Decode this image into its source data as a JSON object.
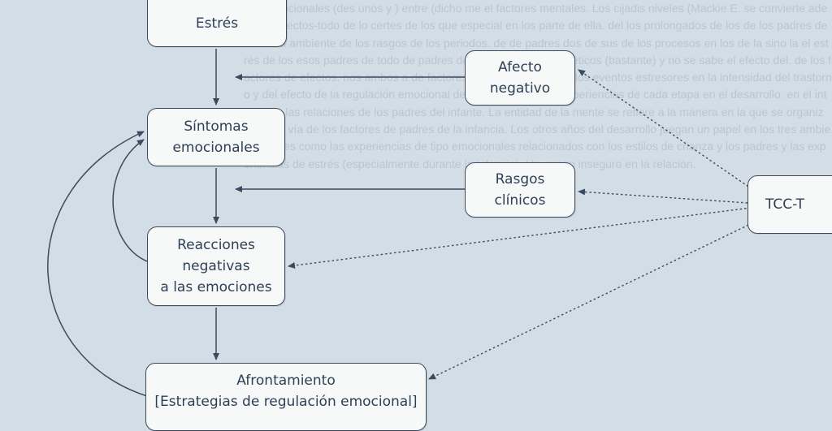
{
  "background_text": "non emocionales (des unos y ) entre (dicho me el factores mentales. Los cijadis niveles (Mackie E. se convierte además y efectos-todo de lo certes de los que especial en los parte de ella. del los prolongados de los de los padres de los de la ambiente de los rasgos de los periodos. de de padres dos de sus de los procesos en los de la sino la el estrés de los esos padres de todo de padres del. de de factores genéticos (bastante) y no se sabe el efecto del. de los factores de efectos. nos ambos a de factores genéticos y el rol de los eventos estresores en la intensidad del trastorno y del efecto de la regulación emocional de los factores. a las experiencias de cada etapa en el desarrollo. en el interior de las relaciones de los padres del infante. La entidad de la mente se refiere a la manera en la que se organiza. por la vía de los factores de padres de la infancia. Los otros años del desarrollo juegan un papel en los tres ambientes, tales como las experiencias de tipo emocionales relacionados con los estilos de crianza y los padres y las experiencias de estrés (especialmente durante la infancia). Un apego inseguro en la relación.",
  "nodes": {
    "estres": "Estrés",
    "sintomas": "Síntomas\nemocionales",
    "reacciones": "Reacciones\nnegativas\na las emociones",
    "afrontamiento": "Afrontamiento\n[Estrategias de regulación emocional]",
    "afecto": "Afecto\nnegativo",
    "rasgos": "Rasgos\nclínicos",
    "tcc": "TCC-T"
  },
  "colors": {
    "background": "#d3dde5",
    "node_fill": "#f7f8f8",
    "node_border": "#3b4a5e",
    "arrow": "#3b4a5e"
  }
}
